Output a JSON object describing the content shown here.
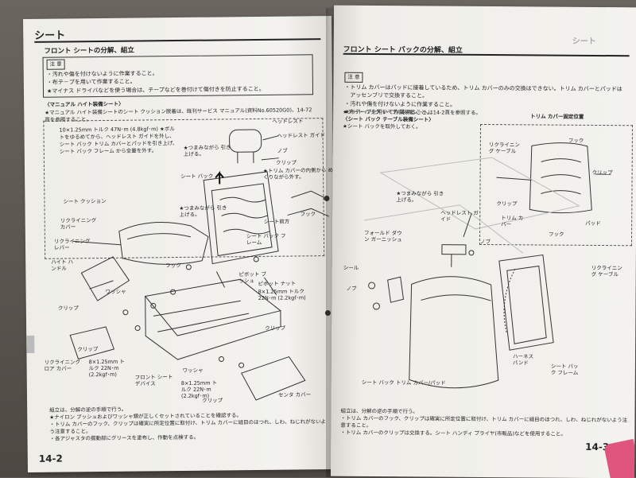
{
  "left_page": {
    "section_title": "シート",
    "subheading": "フロント シートの分解、組立",
    "note": {
      "tag": "注 意",
      "lines": [
        "・汚れや傷を付けないように作業すること。",
        "・布テ－プを用いて作業すること。",
        "★マイナス ドライバなどを使う場合は、テープなどを巻付けて傷付きを防止すること。"
      ]
    },
    "manual_height_title": "〈マニュアル ハイト装備シート〉",
    "manual_height_text": "★マニュアル ハイト装備シートのシート クッション脱着は、既刊サービス マニュアル(資料No.60520G0)、14-72頁を参照すること。",
    "spec_box": "10×1.25mm トルク 47N･m (4.8kgf･m) ★ボルトをゆるめてから、ヘッドレスト ガイドを外し、シート バック トリム カバーとパッドを引き上げ、シート バック フレーム から全量を外す。",
    "labels": {
      "headrest": "ヘッドレスト",
      "headrest_guide": "ヘッドレスト ガイド",
      "knob": "ノブ",
      "pull_up": "★つまみながら 引き上げる。",
      "seat_back": "シート バック",
      "clip_top": "クリップ",
      "clip_note": "★トリム カバーの内側から めくりながら外す。",
      "hook_detail": "フック",
      "seat_front": "シート前方",
      "pull_up2": "★つまみながら 引き上げる。",
      "seat_back_frame": "シート バック フレーム",
      "seat_cushion": "シート クッション",
      "reclining_cover": "リクライニング カバー",
      "reclining_lever": "リクライニング レバー",
      "hook": "フック",
      "height_handle": "ハイト ハンドル",
      "pivot_bush": "ピボット ブッシュ",
      "pivot_nut": "ピボット ナット",
      "pivot_nut_spec": "8×1.25mm トルク 22N･m (2.2kgf･m)",
      "washer": "ワッシャ",
      "clip_a": "クリップ",
      "clip_b": "クリップ",
      "reclining_lower_cover": "リクライニング ロア カバー",
      "torque_lower": "8×1.25mm トルク 22N･m (2.2kgf･m)",
      "front_seat_device": "フロント シート デバイス",
      "torque_right": "8×1.25mm トルク 22N･m (2.2kgf･m)",
      "washer2": "ワッシャ",
      "clip_c": "クリップ",
      "center_cover": "センタ カバー",
      "clip_d": "クリップ"
    },
    "footer_lines": [
      "組立は、分解の逆の手順で行う。",
      "★ナイロン ブッシュおよびワッシャ類が正しくセットされていることを確認する。",
      "・トリム カバーのフック、クリップは確実に所定位置に取付け、トリム カバーに縫目のほつれ、しわ、ねじれがないよう注意すること。",
      "・各アジャスタの摺動部にグリースを塗布し、作動を点検する。"
    ],
    "page_number": "14-2"
  },
  "right_page": {
    "header_ghost": "シート",
    "section_title": "フロント シート バックの分解、組立",
    "note": {
      "tag": "注 意",
      "lines": [
        "・トリム カバーはパッドに接着しているため、トリム カバーのみの交換はできない。トリム カバーとパッドは",
        "　アッセンブリで交換すること。",
        "・汚れや傷を付けないように作業すること。",
        "★布テープを用いて作業すること。"
      ]
    },
    "table_ref": "★シート バック テーブル装備シートは14-2頁を参照する。",
    "table_title": "〈シート バック テーブル装備シート〉",
    "table_text": "★シート バックを取外しておく。",
    "trim_title": "トリム カバー固定位置",
    "labels": {
      "reclining_cable": "リクライニング ケーブル",
      "hook1": "フック",
      "clip1": "クリップ",
      "clip2": "クリップ",
      "trim_cover": "トリム カバー",
      "pad": "パッド",
      "hook2": "フック",
      "pull_up": "★つまみながら 引き上げる。",
      "headrest_guide": "ヘッドレスト ガイド",
      "knob": "ノブ",
      "fold_down_garnish": "フォールド ダウン ガーニッシュ",
      "seal": "シール",
      "knob2": "ノブ",
      "reclining_cable2": "リクライニング ケーブル",
      "harness_band": "ハーネス バンド",
      "seat_back_frame": "シート バック フレーム",
      "trim_pad": "シート バック トリム カバー/パッド"
    },
    "footer_lines": [
      "組立は、分解の逆の手順で行う。",
      "・トリム カバーのフック、クリップは確実に所定位置に取付け、トリム カバーに縫目のほつれ、しわ、ねじれがないよう注意すること。",
      "・トリム カバーのクリップは交換する。シート ハンディ プライヤ(市販品)などを使用すること。"
    ],
    "page_number": "14-3"
  }
}
